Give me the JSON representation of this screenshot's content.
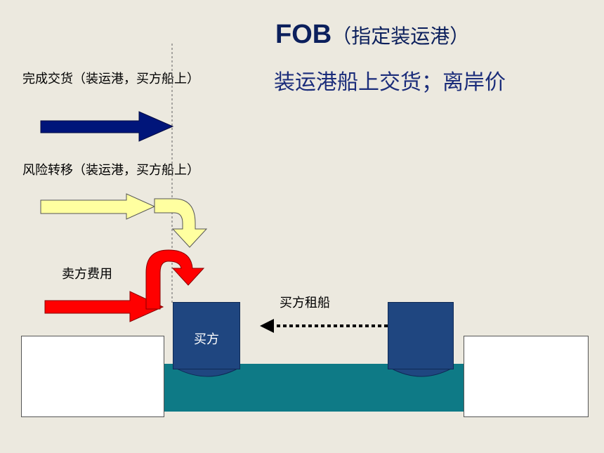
{
  "title": {
    "main": "FOB",
    "sub": "（指定装运港）"
  },
  "subtitle": "装运港船上交货；离岸价",
  "labels": {
    "delivery": "完成交货（装运港，买方船上）",
    "risk": "风险转移（装运港，买方船上）",
    "cost": "卖方费用",
    "buyer_ship": "买方",
    "charter": "买方租船"
  },
  "colors": {
    "background": "#ece9df",
    "title": "#0b1f5c",
    "delivery_arrow": "#00157a",
    "risk_arrow": "#ffffa0",
    "cost_arrow": "#ff0000",
    "ship": "#1f4680",
    "water": "#0e7a86",
    "dock": "#ffffff"
  }
}
